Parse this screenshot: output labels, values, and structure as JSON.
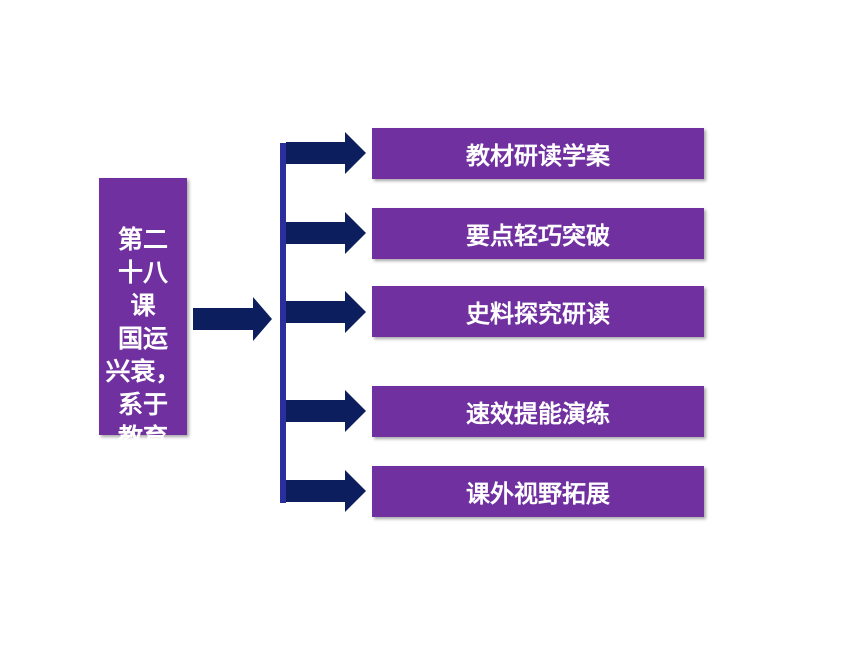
{
  "title": {
    "text": "第二\n十八\n课\n国运\n兴衰，\n系于\n教育"
  },
  "menu": {
    "items": [
      {
        "label": "教材研读学案"
      },
      {
        "label": "要点轻巧突破"
      },
      {
        "label": "史料探究研读"
      },
      {
        "label": "速效提能演练"
      },
      {
        "label": "课外视野拓展"
      }
    ]
  },
  "colors": {
    "box_fill": "#7030a0",
    "arrow_fill": "#0d1e5e",
    "bracket_line": "#2b2f9e",
    "text": "#ffffff"
  }
}
